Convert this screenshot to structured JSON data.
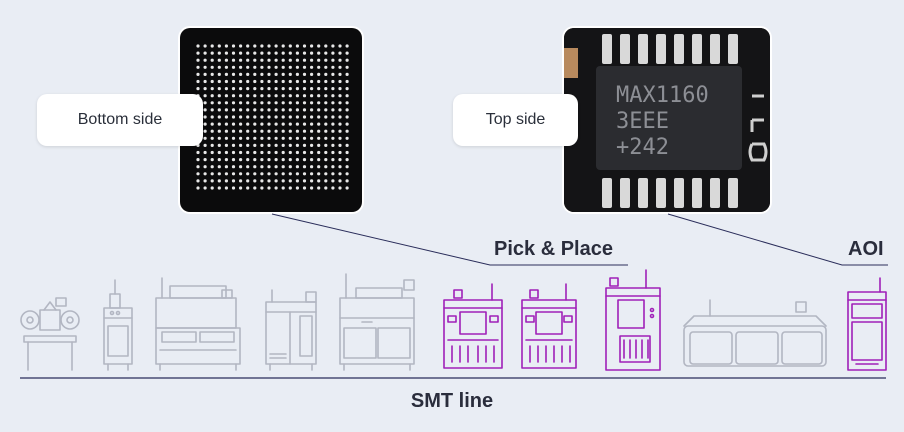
{
  "callouts": {
    "bottom_side": "Bottom side",
    "top_side": "Top side"
  },
  "chip_marking": {
    "line1": "MAX1160",
    "line2": "3EEE",
    "line3": "+242"
  },
  "stages": {
    "pick_place": "Pick & Place",
    "aoi": "AOI"
  },
  "line_label": "SMT line",
  "colors": {
    "background": "#e9edf4",
    "machine_gray": "#b2b6c2",
    "machine_highlight": "#a020b8",
    "text_dark": "#2a2d3c",
    "leader_line": "#2a2d5a"
  },
  "machines": [
    {
      "name": "unwinder",
      "highlighted": false
    },
    {
      "name": "loader",
      "highlighted": false
    },
    {
      "name": "printer",
      "highlighted": false
    },
    {
      "name": "buffer",
      "highlighted": false
    },
    {
      "name": "spi",
      "highlighted": false
    },
    {
      "name": "pick-place-1",
      "highlighted": true
    },
    {
      "name": "pick-place-2",
      "highlighted": true
    },
    {
      "name": "pick-place-3",
      "highlighted": true
    },
    {
      "name": "reflow-oven",
      "highlighted": false
    },
    {
      "name": "aoi",
      "highlighted": true
    }
  ]
}
